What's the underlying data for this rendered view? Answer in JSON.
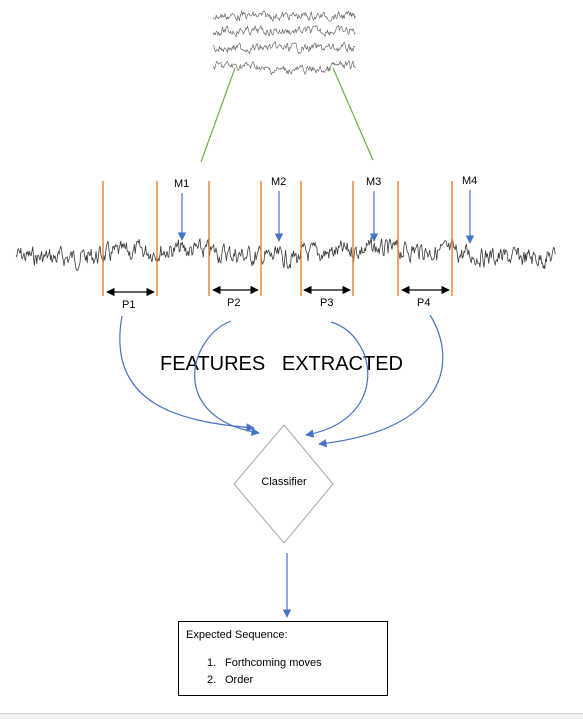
{
  "colors": {
    "marker_line": "#ed7d31",
    "arrow_blue": "#4472c4",
    "zoom_line": "#70ad47",
    "signal": "#3a3a3a",
    "diamond_border": "#a6a6a6"
  },
  "movement_markers": [
    {
      "label": "M1"
    },
    {
      "label": "M2"
    },
    {
      "label": "M3"
    },
    {
      "label": "M4"
    }
  ],
  "periods": [
    {
      "label": "P1"
    },
    {
      "label": "P2"
    },
    {
      "label": "P3"
    },
    {
      "label": "P4"
    }
  ],
  "features_label": "FEATURES   EXTRACTED",
  "classifier_label": "Classifier",
  "output": {
    "title": "Expected Sequence:",
    "items": [
      {
        "num": "1.",
        "text": "Forthcoming moves"
      },
      {
        "num": "2.",
        "text": "Order"
      }
    ]
  }
}
